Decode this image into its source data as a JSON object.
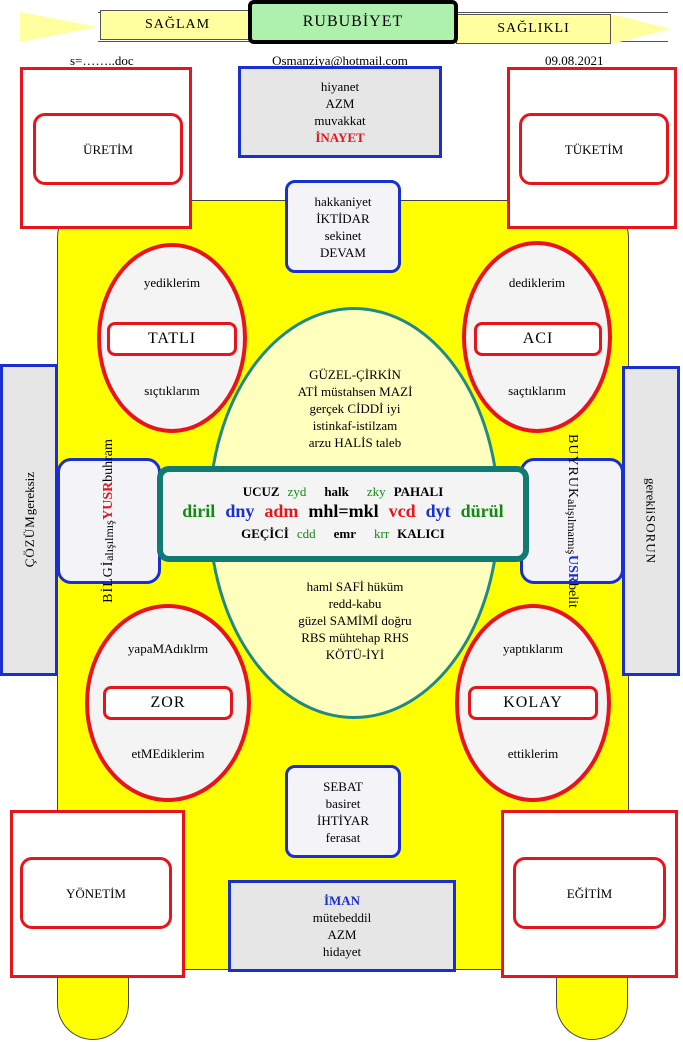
{
  "header": {
    "left_label": "SAĞLAM",
    "title": "RUBUBİYET",
    "right_label": "SAĞLIKLI",
    "doc": "s=……..doc",
    "email": "Osmanziya@hotmail.com",
    "date": "09.08.2021"
  },
  "corners": {
    "top_left": "ÜRETİM",
    "top_right": "TÜKETİM",
    "bottom_left": "YÖNETİM",
    "bottom_right": "EĞİTİM"
  },
  "top_box": {
    "lines": [
      "hiyanet",
      "AZM",
      "muvakkat"
    ],
    "highlight": "İNAYET"
  },
  "bottom_box": {
    "highlight": "İMAN",
    "lines": [
      "mütebeddil",
      "AZM",
      "hidayet"
    ]
  },
  "upper_mid_box": {
    "lines": [
      "hakkaniyet",
      "İKTİDAR",
      "sekinet",
      "DEVAM"
    ]
  },
  "lower_mid_box": {
    "lines": [
      "SEBAT",
      "basiret",
      "İHTİYAR",
      "ferasat"
    ]
  },
  "ellipses": {
    "tatli": {
      "top": "yediklerim",
      "label": "TATLI",
      "bottom": "sıçtıklarım"
    },
    "aci": {
      "top": "dediklerim",
      "label": "ACI",
      "bottom": "saçtıklarım"
    },
    "zor": {
      "top": "yapaMAdıklrm",
      "label": "ZOR",
      "bottom": "etMEdiklerim"
    },
    "kolay": {
      "top": "yaptıklarım",
      "label": "KOLAY",
      "bottom": "ettiklerim"
    }
  },
  "center_oval": {
    "upper": [
      "GÜZEL-ÇİRKİN",
      "ATİ müstahsen MAZİ",
      "gerçek CİDDİ iyi",
      "istinkaf-istilzam",
      "arzu HALİS taleb"
    ],
    "lower": [
      "haml SAFİ hüküm",
      "redd-kabu",
      "güzel SAMİMİ doğru",
      "RBS mühtehap RHS",
      "KÖTÜ-İYİ"
    ]
  },
  "center_box": {
    "row1": {
      "a": "UCUZ",
      "b": "zyd",
      "c": "halk",
      "d": "zky",
      "e": "PAHALI"
    },
    "row2": {
      "a": "diril",
      "b": "dny",
      "c": "adm",
      "d": "mhl=mkl",
      "e": "vcd",
      "f": "dyt",
      "g": "dürül"
    },
    "row3": {
      "a": "GEÇİCİ",
      "b": "cdd",
      "c": "emr",
      "d": "krr",
      "e": "KALICI"
    }
  },
  "left_panel": {
    "line1": "BİLGİ",
    "line2": "alışılmış",
    "highlight": "YUSR",
    "line3": "buhram"
  },
  "right_panel": {
    "line1": "BUYRUK",
    "line2": "alışılmamış",
    "highlight": "USR",
    "line3": "belit"
  },
  "far_left": {
    "line1": "ÇÖZÜM",
    "line2": "gereksiz"
  },
  "far_right": {
    "line1": "gerekli",
    "line2": "SORUN"
  }
}
